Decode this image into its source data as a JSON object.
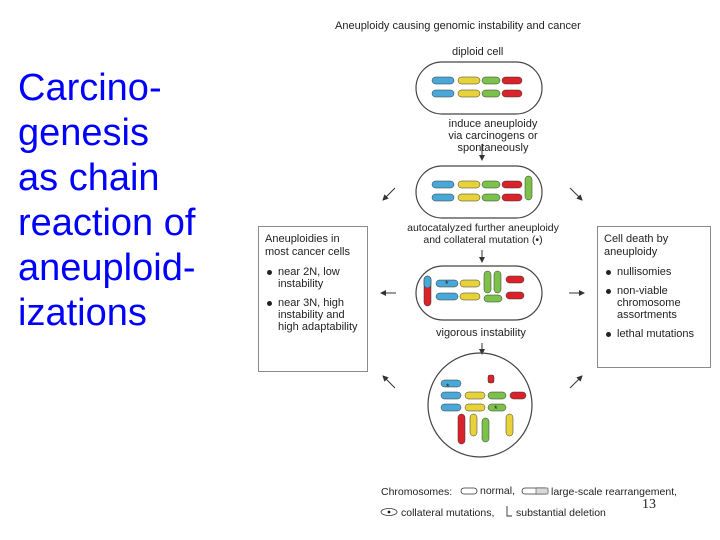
{
  "slide": {
    "title": "Carcino-\ngenesis\nas chain\nreaction of\naneuploid-\nizations",
    "page_number": "13"
  },
  "figure": {
    "title": "Aneuploidy causing genomic instability and cancer",
    "cell_label": "diploid cell",
    "step1": "induce aneuploidy\nvia carcinogens or spontaneously",
    "step2": "autocatalyzed further aneuploidy\nand collateral mutation (•)",
    "step3": "vigorous instability",
    "left_panel": {
      "title": "Aneuploidies in\nmost cancer cells",
      "items": [
        "near 2N, low\ninstability",
        "near 3N, high\ninstability and\nhigh adaptability"
      ]
    },
    "right_panel": {
      "title": "Cell death by\naneuploidy",
      "items": [
        "nullisomies",
        "non-viable\nchromosome\nassortments",
        "lethal mutations"
      ]
    },
    "legend": {
      "prefix": "Chromosomes:",
      "normal": "normal,",
      "rearrangement": "large-scale rearrangement,",
      "collateral": "collateral mutations,",
      "deletion": "substantial deletion"
    },
    "colors": {
      "blue": "#4aa8d8",
      "yellow": "#e8d23a",
      "green": "#7cc24a",
      "red": "#d9222a",
      "panel_border": "#8a8a8a"
    }
  }
}
